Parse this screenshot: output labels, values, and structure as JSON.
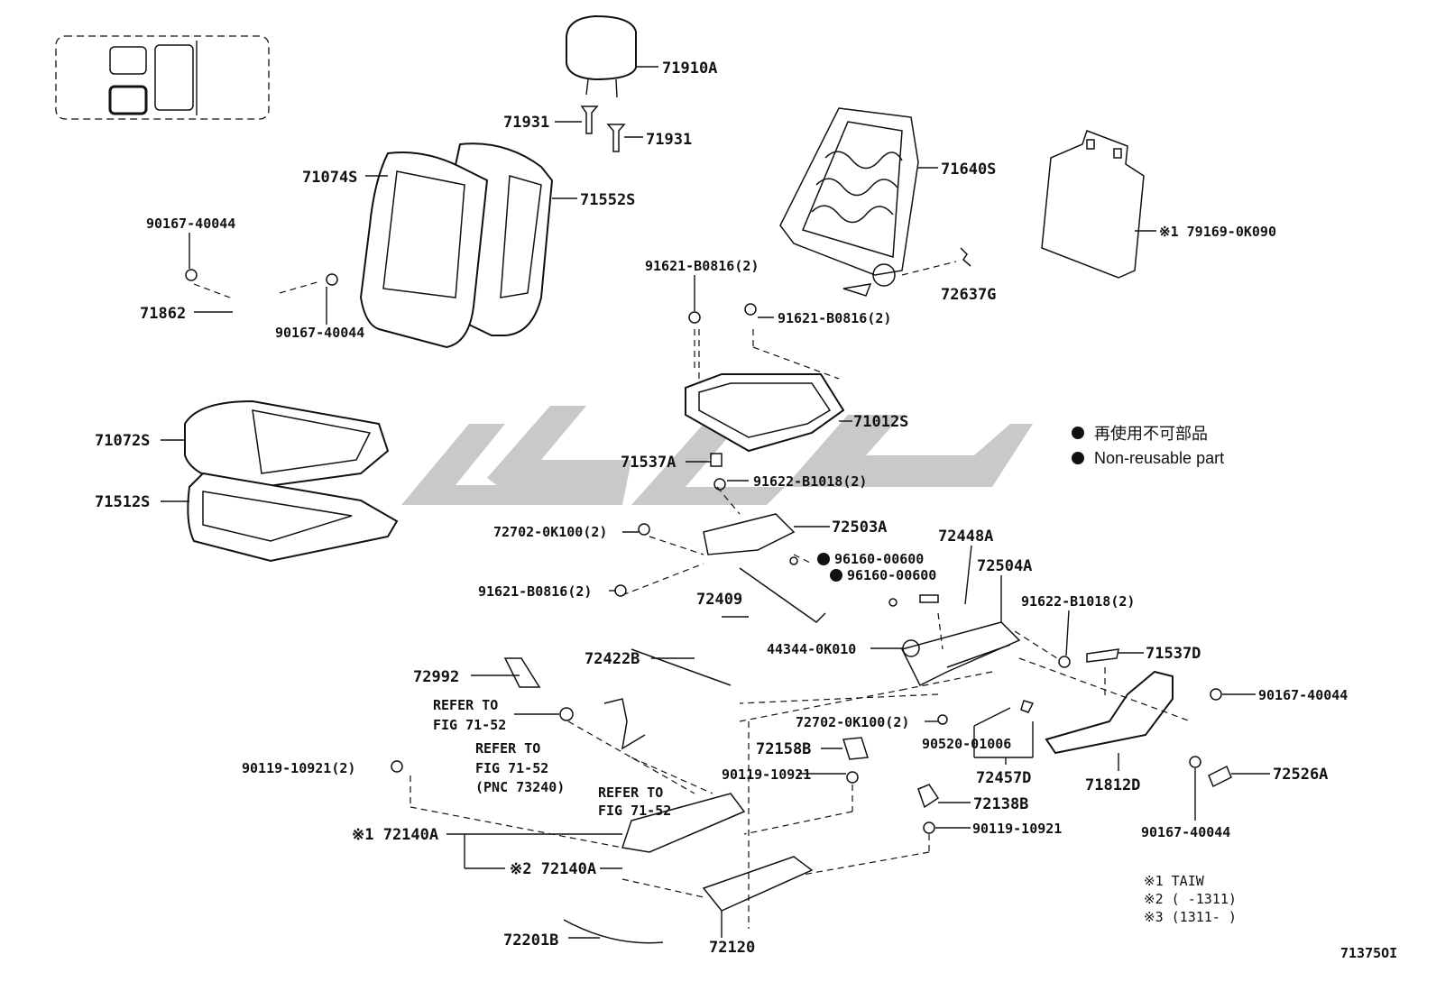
{
  "diagram": {
    "figure_number": "71375OI",
    "legend": {
      "jp": "再使用不可部品",
      "en": "Non-reusable part"
    },
    "notes": [
      "※1 TAIW",
      "※2 (      -1311)",
      "※3 (1311-      )"
    ],
    "labels": {
      "l71910A": "71910A",
      "l71931a": "71931",
      "l71931b": "71931",
      "l71074S": "71074S",
      "l71552S": "71552S",
      "l71640S": "71640S",
      "l79169": "※1 79169-0K090",
      "l72637G": "72637G",
      "l90167a": "90167-40044",
      "l71862": "71862",
      "l90167b": "90167-40044",
      "l91621a": "91621-B0816(2)",
      "l91621b": "91621-B0816(2)",
      "l71072S": "71072S",
      "l71512S": "71512S",
      "l71012S": "71012S",
      "l71537A": "71537A",
      "l91622a": "91622-B1018(2)",
      "l72702a": "72702-0K100(2)",
      "l72503A": "72503A",
      "l96160a": "96160-00600",
      "l96160b": "96160-00600",
      "l72448A": "72448A",
      "l72504A": "72504A",
      "l91621c": "91621-B0816(2)",
      "l72409": "72409",
      "l91622b": "91622-B1018(2)",
      "l44344": "44344-0K010",
      "l71537D": "71537D",
      "l72422B": "72422B",
      "l72992": "72992",
      "l90167c": "90167-40044",
      "lrefer1a": "REFER TO",
      "lrefer1b": "FIG 71-52",
      "l72702b": "72702-0K100(2)",
      "l90520": "90520-01006",
      "lrefer2a": "REFER TO",
      "lrefer2b": "FIG 71-52",
      "lrefer2c": "(PNC 73240)",
      "l72158B": "72158B",
      "l72457D": "72457D",
      "l71812D": "71812D",
      "l72526A": "72526A",
      "l90119a": "90119-10921(2)",
      "l90119b": "90119-10921",
      "lrefer3a": "REFER TO",
      "lrefer3b": "FIG 71-52",
      "l72138B": "72138B",
      "l90167d": "90167-40044",
      "l90119c": "90119-10921",
      "l72140Aa": "※1 72140A",
      "l72140Ab": "※2 72140A",
      "l72201B": "72201B",
      "l72120": "72120"
    }
  }
}
